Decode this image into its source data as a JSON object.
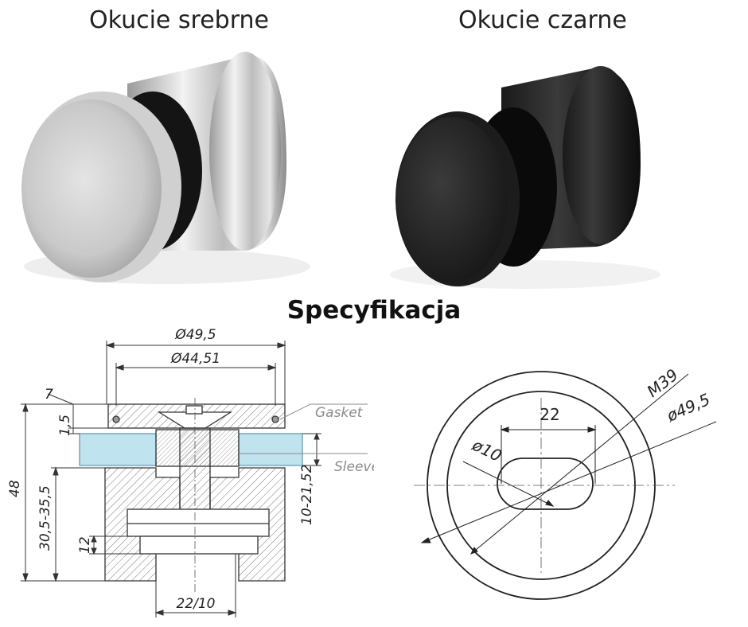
{
  "captions": {
    "silver": "Okucie srebrne",
    "black": "Okucie czarne"
  },
  "section_title": "Specyfikacja",
  "side_drawing": {
    "dim_outer_diameter": "Ø49,5",
    "dim_inner_diameter": "Ø44,51",
    "dim_total_height": "48",
    "dim_cap_height": "7",
    "dim_gap": "1,5",
    "dim_body_height": "30,5-35,5",
    "dim_glass_range": "10-21,52",
    "dim_thread_height": "12",
    "dim_base": "22/10",
    "label_gasket": "Gasket",
    "label_sleeve": "Sleeve"
  },
  "top_drawing": {
    "dim_thread": "M39",
    "dim_outer_diameter": "ø49,5",
    "dim_slot_length": "22",
    "dim_slot_width": "ø10"
  },
  "colors": {
    "line": "#333333",
    "glass": "#bfe3ef",
    "hatch": "#777777",
    "dim_gray": "#8a8a8a"
  }
}
